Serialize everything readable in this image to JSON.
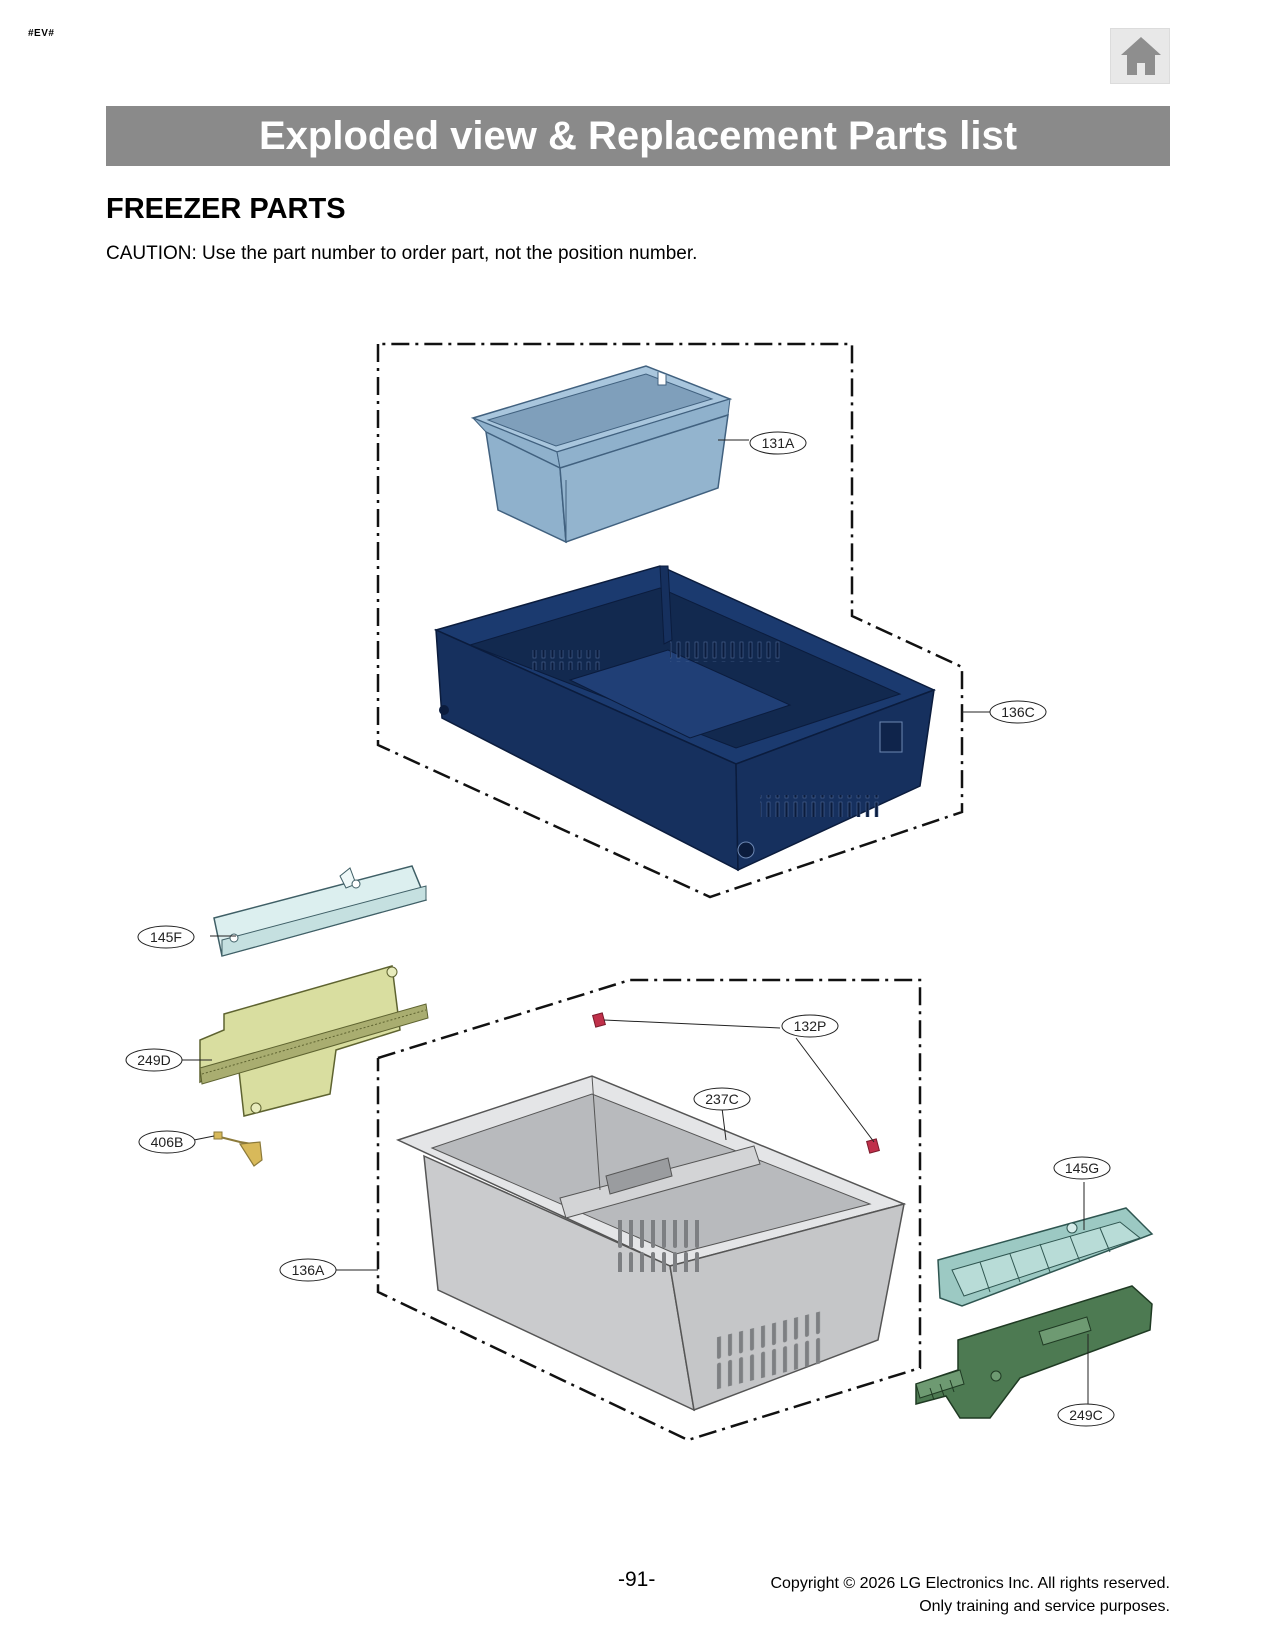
{
  "header": {
    "corner_mark": "#EV#",
    "home_icon": "home-icon",
    "title": "Exploded view & Replacement Parts list"
  },
  "section": {
    "heading": "FREEZER PARTS",
    "caution": "CAUTION: Use the part number to order part, not the position number."
  },
  "diagram": {
    "labels": {
      "l131A": "131A",
      "l136C": "136C",
      "l145F": "145F",
      "l249D": "249D",
      "l406B": "406B",
      "l132P": "132P",
      "l237C": "237C",
      "l136A": "136A",
      "l145G": "145G",
      "l249C": "249C"
    },
    "colors": {
      "bin_small": "#8fb1cc",
      "drawer_dark": "#16305e",
      "rail_145F": "#dcefef",
      "rail_249D": "#d9dea0",
      "clip_406B": "#d8b95a",
      "stopper_132P": "#c0304a",
      "basket_gray": "#c9cacc",
      "rail_145G": "#9cc9c3",
      "rail_249C": "#4d7a52"
    }
  },
  "footer": {
    "page_number": "-91-",
    "copyright_line1": "Copyright © 2026 LG Electronics Inc. All rights reserved.",
    "copyright_line2": "Only training and service purposes."
  }
}
